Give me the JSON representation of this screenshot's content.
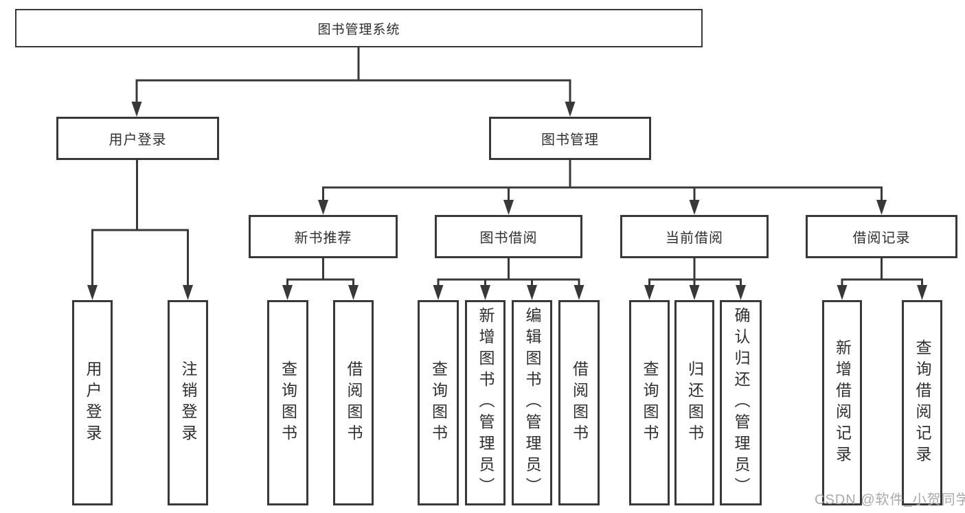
{
  "colors": {
    "line": "#383838",
    "text": "#2f2f2f",
    "watermark": "#a9a9a9",
    "background": "#ffffff"
  },
  "diagram": {
    "root": "图书管理系统",
    "branches": [
      {
        "label": "用户登录",
        "leaves": [
          "用户登录",
          "注销登录"
        ]
      },
      {
        "label": "图书管理",
        "sections": [
          {
            "label": "新书推荐",
            "leaves": [
              "查询图书",
              "借阅图书"
            ]
          },
          {
            "label": "图书借阅",
            "leaves": [
              "查询图书",
              "新增图书（管理员）",
              "编辑图书（管理员）",
              "借阅图书"
            ]
          },
          {
            "label": "当前借阅",
            "leaves": [
              "查询图书",
              "归还图书",
              "确认归还（管理员）"
            ]
          },
          {
            "label": "借阅记录",
            "leaves": [
              "新增借阅记录",
              "查询借阅记录"
            ]
          }
        ]
      }
    ]
  },
  "watermark": {
    "text": "CSDN @软件_小贺同学"
  }
}
